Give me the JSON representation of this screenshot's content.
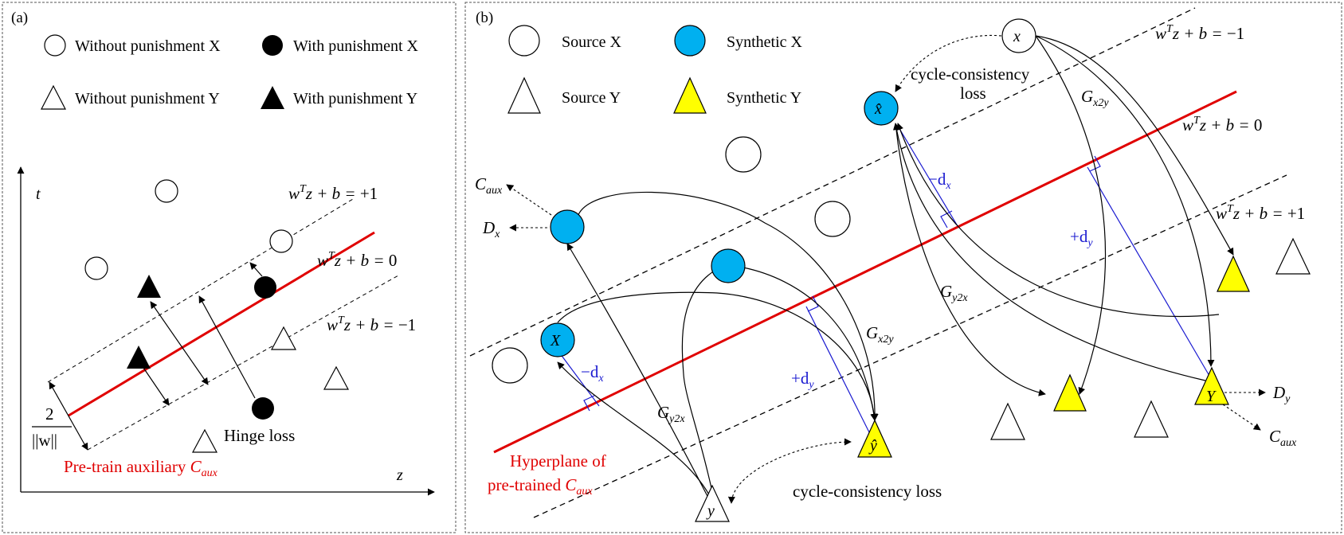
{
  "panel_a": {
    "tag": "(a)",
    "legend": {
      "circle_open": "Without punishment X",
      "circle_filled": "With punishment X",
      "triangle_open": "Without punishment Y",
      "triangle_filled": "With punishment Y"
    },
    "axis_t": "t",
    "axis_z": "z",
    "line_plus": "+1",
    "line_zero": "0",
    "line_minus": "−1",
    "margin_num": "2",
    "margin_den": "||w||",
    "hinge_loss": "Hinge loss",
    "pretrain_prefix": "Pre-train auxiliary ",
    "c_aux_base": "C",
    "c_aux_sub": "aux"
  },
  "panel_b": {
    "tag": "(b)",
    "legend": {
      "source_x": "Source X",
      "synthetic_x": "Synthetic X",
      "source_y": "Source Y",
      "synthetic_y": "Synthetic Y"
    },
    "line_minus": "−1",
    "line_zero": "0",
    "line_plus": "+1",
    "cycle_top_1": "cycle-consistency",
    "cycle_top_2": "loss",
    "cycle_bottom": "cycle-consistency loss",
    "hyperplane_1": "Hyperplane of",
    "hyperplane_2": "pre-trained ",
    "node_x": "x",
    "node_xhat": "x̂",
    "node_X": "X",
    "node_Y": "Y",
    "node_y": "y",
    "node_yhat": "ŷ",
    "G": "G",
    "x2y": "x2y",
    "y2x": "y2x",
    "C": "C",
    "aux": "aux",
    "D": "D",
    "sub_x": "x",
    "sub_y": "y",
    "minus_d": "−d",
    "plus_d": "+d"
  },
  "colors": {
    "synthetic_x_fill": "#00B0F0",
    "synthetic_y_fill": "#FFFF00",
    "hyperplane": "#E00000",
    "distance": "#1A1AD0"
  }
}
